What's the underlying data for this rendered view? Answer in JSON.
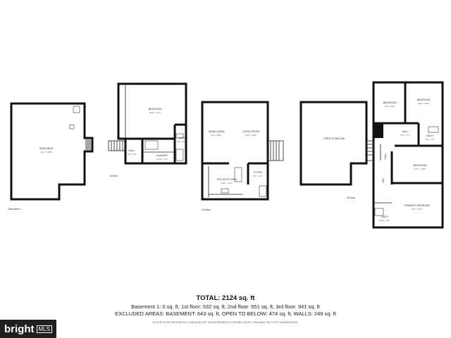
{
  "floors": {
    "basement": {
      "label": "Basement 1",
      "rooms": [
        {
          "name": "BASEMENT",
          "dim": "22'1\" x 23'8\""
        }
      ]
    },
    "first": {
      "label": "1st floor",
      "rooms": [
        {
          "name": "BEDROOM",
          "dim": "20'6\" x 17'1\""
        },
        {
          "name": "BATH",
          "dim": "4'8\" x 9'10\""
        },
        {
          "name": "HALL",
          "dim": "3'2\" x 7'5\""
        },
        {
          "name": "LAUNDRY",
          "dim": "12'10\" x 3'1\""
        }
      ]
    },
    "second": {
      "label": "2nd floor",
      "rooms": [
        {
          "name": "DINING AREA",
          "dim": "8'2\" x 18'8\""
        },
        {
          "name": "LIVING ROOM",
          "dim": "14'3\" x 18'8\""
        },
        {
          "name": "EAT-IN KITCHEN",
          "dim": "14'6\" x 10'7\""
        },
        {
          "name": "FOYER",
          "dim": "5'7\" x 7'1\""
        }
      ]
    },
    "third": {
      "label": "3rd floor",
      "rooms": [
        {
          "name": "OPEN TO BELOW",
          "dim": ""
        },
        {
          "name": "BEDROOM",
          "dim": "9'6\" x 13'8\""
        },
        {
          "name": "BEDROOM",
          "dim": "10'4\" x 13'0\""
        },
        {
          "name": "HALL",
          "dim": "6'4\" x 7'2\""
        },
        {
          "name": "BATH",
          "dim": "7'4\" x 7'3\""
        },
        {
          "name": "BEDROOM",
          "dim": "12'0\" x 10'5\""
        },
        {
          "name": "PRIMARY BEDROOM",
          "dim": "14'4\" x 15'7\""
        },
        {
          "name": "BATH",
          "dim": "5'10\" x 7'2\""
        },
        {
          "name": "HALL",
          "dim": ""
        },
        {
          "name": "WIC",
          "dim": ""
        }
      ]
    }
  },
  "summary": {
    "total": "TOTAL: 2124 sq. ft",
    "line1": "Basement 1: 0 sq. ft, 1st floor: 532 sq. ft, 2nd floor: 651 sq. ft, 3rd floor: 941 sq. ft",
    "line2": "EXCLUDED AREAS: BASEMENT: 643 sq. ft, OPEN TO BELOW: 474 sq. ft, WALLS: 249 sq. ft",
    "credit": "FLOOR PLAN CREATED BY CUBICASA APP. MEASUREMENTS DEEMED HIGHLY RELIABLE BUT NOT GUARANTEED."
  },
  "brand": {
    "name": "bright",
    "badge": "MLS"
  }
}
